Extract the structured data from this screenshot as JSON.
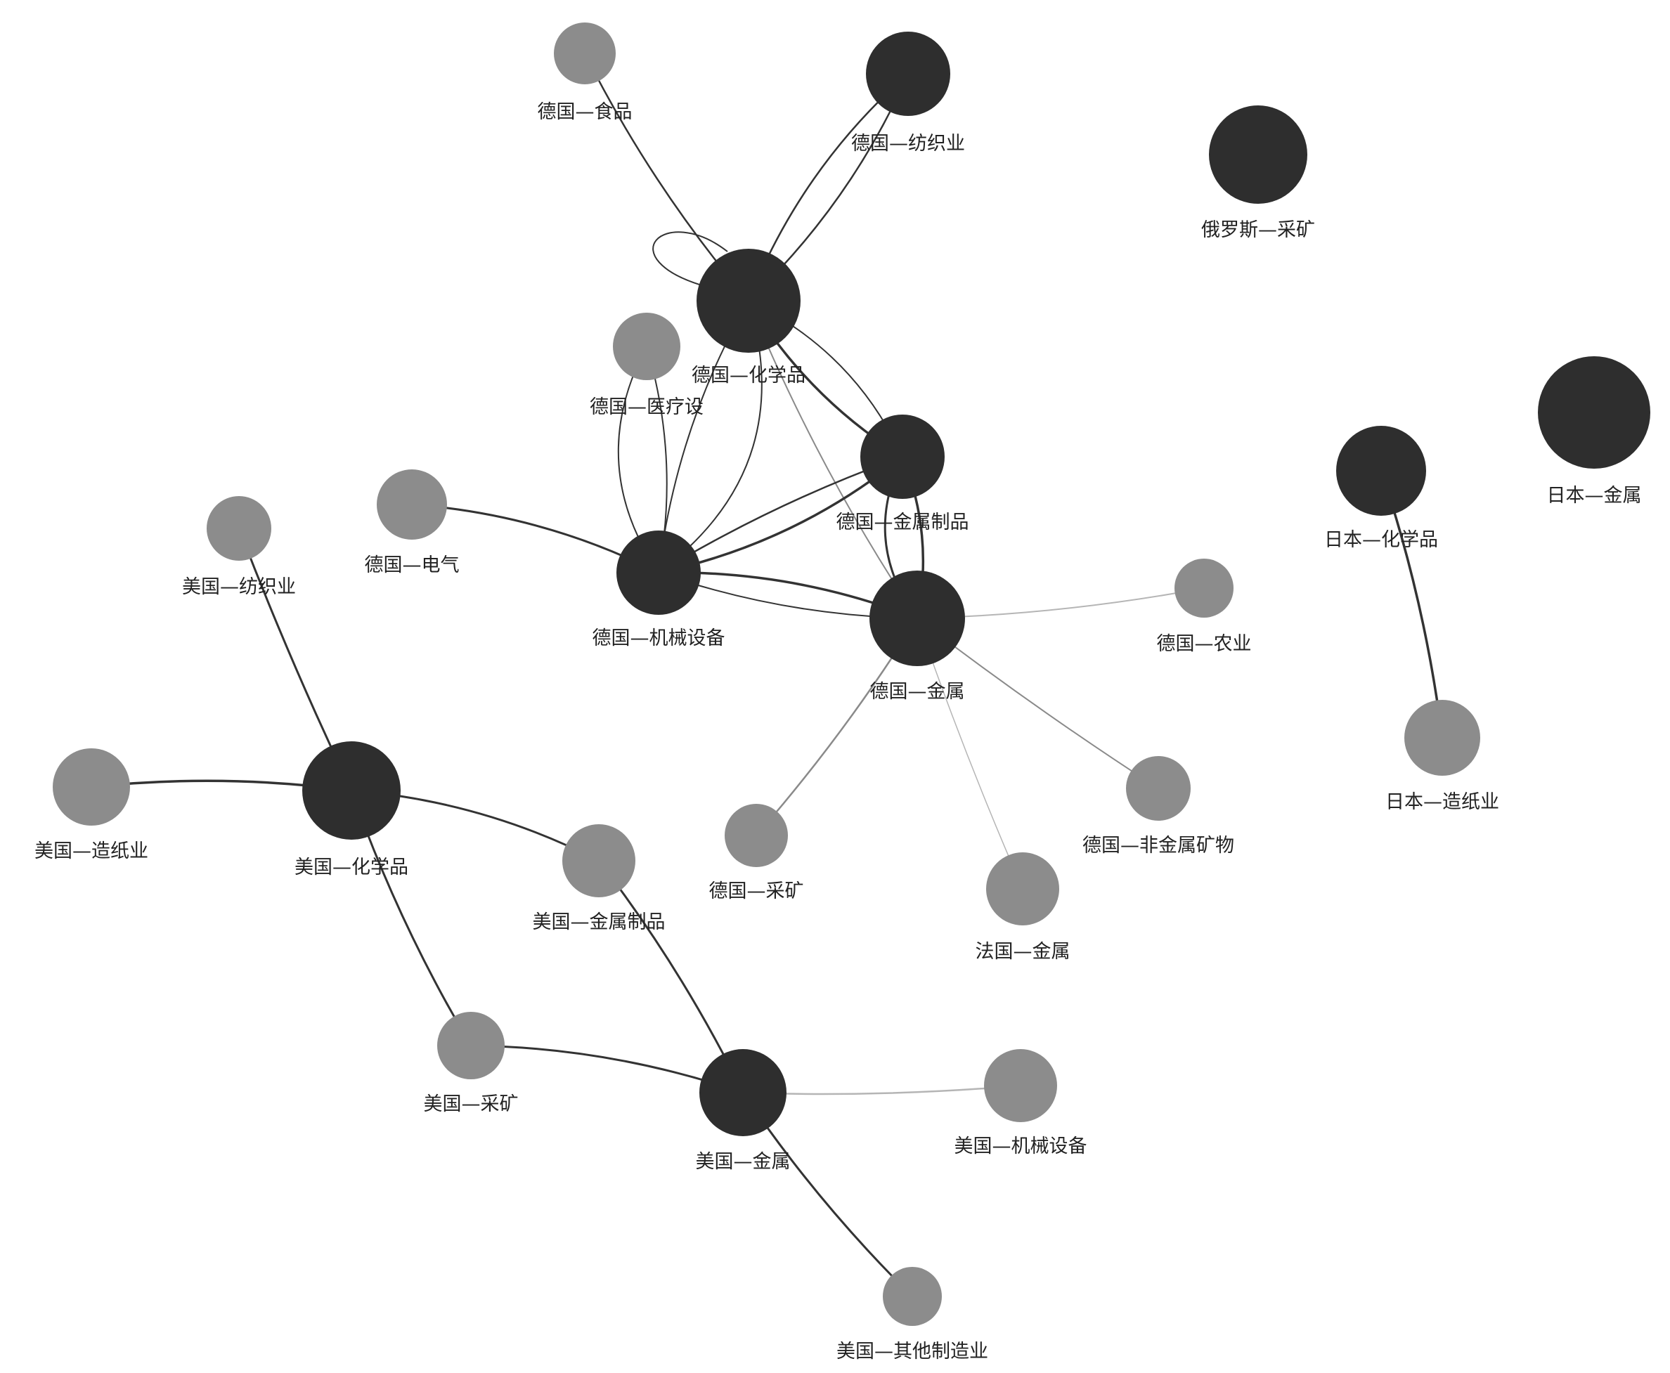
{
  "colors": {
    "major_node": "#2e2e2e",
    "minor_node": "#8c8c8c",
    "edge": "#333333"
  },
  "nodes": [
    {
      "id": "de-food",
      "label": "德国—食品",
      "kind": "minor"
    },
    {
      "id": "de-textile",
      "label": "德国—纺织业",
      "kind": "major"
    },
    {
      "id": "ru-mining",
      "label": "俄罗斯—采矿",
      "kind": "major"
    },
    {
      "id": "de-chem",
      "label": "德国—化学品",
      "kind": "major"
    },
    {
      "id": "de-med",
      "label": "德国—医疗设",
      "kind": "minor"
    },
    {
      "id": "de-metalprod",
      "label": "德国—金属制品",
      "kind": "major"
    },
    {
      "id": "jp-metal",
      "label": "日本—金属",
      "kind": "major"
    },
    {
      "id": "jp-chem",
      "label": "日本—化学品",
      "kind": "major"
    },
    {
      "id": "de-elec",
      "label": "德国—电气",
      "kind": "minor"
    },
    {
      "id": "us-textile",
      "label": "美国—纺织业",
      "kind": "minor"
    },
    {
      "id": "de-machine",
      "label": "德国—机械设备",
      "kind": "major"
    },
    {
      "id": "de-metal",
      "label": "德国—金属",
      "kind": "major"
    },
    {
      "id": "de-agri",
      "label": "德国—农业",
      "kind": "minor"
    },
    {
      "id": "jp-paper",
      "label": "日本—造纸业",
      "kind": "minor"
    },
    {
      "id": "us-paper",
      "label": "美国—造纸业",
      "kind": "minor"
    },
    {
      "id": "us-chem",
      "label": "美国—化学品",
      "kind": "major"
    },
    {
      "id": "de-nonmetal",
      "label": "德国—非金属矿物",
      "kind": "minor"
    },
    {
      "id": "us-metalprod",
      "label": "美国—金属制品",
      "kind": "minor"
    },
    {
      "id": "de-mining",
      "label": "德国—采矿",
      "kind": "minor"
    },
    {
      "id": "fr-metal",
      "label": "法国—金属",
      "kind": "minor"
    },
    {
      "id": "us-mining",
      "label": "美国—采矿",
      "kind": "minor"
    },
    {
      "id": "us-metal",
      "label": "美国—金属",
      "kind": "major"
    },
    {
      "id": "us-machine",
      "label": "美国—机械设备",
      "kind": "minor"
    },
    {
      "id": "us-othermfg",
      "label": "美国—其他制造业",
      "kind": "minor"
    }
  ],
  "edges": [
    {
      "source": "de-food",
      "target": "de-chem"
    },
    {
      "source": "de-textile",
      "target": "de-chem"
    },
    {
      "source": "de-textile",
      "target": "de-chem"
    },
    {
      "source": "de-chem",
      "target": "de-chem"
    },
    {
      "source": "de-chem",
      "target": "de-metalprod"
    },
    {
      "source": "de-chem",
      "target": "de-metalprod"
    },
    {
      "source": "de-chem",
      "target": "de-machine"
    },
    {
      "source": "de-chem",
      "target": "de-machine"
    },
    {
      "source": "de-chem",
      "target": "de-metal"
    },
    {
      "source": "de-med",
      "target": "de-machine"
    },
    {
      "source": "de-med",
      "target": "de-machine"
    },
    {
      "source": "de-elec",
      "target": "de-machine"
    },
    {
      "source": "de-machine",
      "target": "de-metalprod"
    },
    {
      "source": "de-machine",
      "target": "de-metalprod"
    },
    {
      "source": "de-machine",
      "target": "de-metal"
    },
    {
      "source": "de-machine",
      "target": "de-metal"
    },
    {
      "source": "de-metalprod",
      "target": "de-metal"
    },
    {
      "source": "de-metalprod",
      "target": "de-metal"
    },
    {
      "source": "de-metal",
      "target": "de-agri"
    },
    {
      "source": "de-metal",
      "target": "de-nonmetal"
    },
    {
      "source": "de-metal",
      "target": "de-mining"
    },
    {
      "source": "de-metal",
      "target": "fr-metal"
    },
    {
      "source": "jp-chem",
      "target": "jp-paper"
    },
    {
      "source": "us-textile",
      "target": "us-chem"
    },
    {
      "source": "us-paper",
      "target": "us-chem"
    },
    {
      "source": "us-chem",
      "target": "us-metalprod"
    },
    {
      "source": "us-chem",
      "target": "us-mining"
    },
    {
      "source": "us-metalprod",
      "target": "us-metal"
    },
    {
      "source": "us-mining",
      "target": "us-metal"
    },
    {
      "source": "us-metal",
      "target": "us-machine"
    },
    {
      "source": "us-metal",
      "target": "us-othermfg"
    }
  ]
}
